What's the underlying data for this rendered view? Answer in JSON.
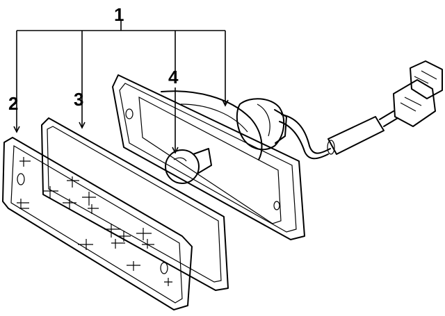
{
  "diagram": {
    "callouts": [
      {
        "id": "1",
        "label": "1"
      },
      {
        "id": "2",
        "label": "2"
      },
      {
        "id": "3",
        "label": "3"
      },
      {
        "id": "4",
        "label": "4"
      }
    ],
    "parts": [
      "lens",
      "gasket",
      "bulb",
      "housing",
      "socket",
      "wiring-harness",
      "connector"
    ]
  }
}
